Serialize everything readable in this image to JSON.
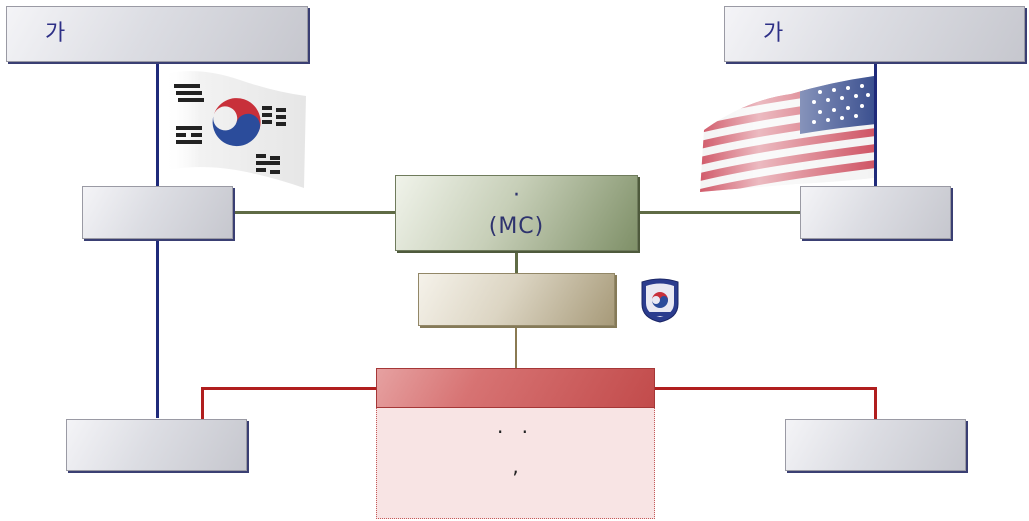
{
  "left_header": {
    "label": "가"
  },
  "right_header": {
    "label": "가"
  },
  "center_box": {
    "line1": "·",
    "line2": "(MC)"
  },
  "org_box": {
    "line1": "·  ·",
    "line2": ","
  },
  "flags": {
    "left": "korea-flag",
    "right": "usa-flag"
  },
  "emblem": {
    "icon": "unit-emblem"
  },
  "colors": {
    "navy": "#1f2a7a",
    "olive": "#5f6b45",
    "tan": "#8a7a52",
    "red": "#b01e1e"
  }
}
